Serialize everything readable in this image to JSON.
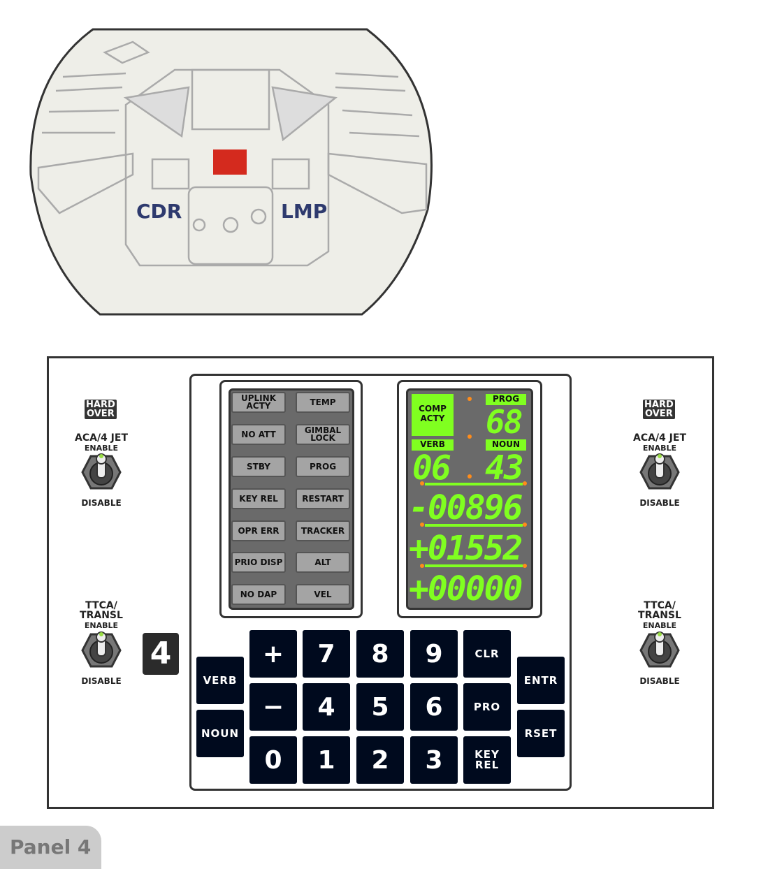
{
  "cockpit": {
    "cdr_label": "CDR",
    "lmp_label": "LMP"
  },
  "panel_number": "4",
  "panel_tab": "Panel 4",
  "left_switches": [
    {
      "badge": "HARD\nOVER",
      "title": "ACA/4 JET",
      "enable": "ENABLE",
      "disable": "DISABLE"
    },
    {
      "title": "TTCA/\nTRANSL",
      "enable": "ENABLE",
      "disable": "DISABLE"
    }
  ],
  "right_switches": [
    {
      "badge": "HARD\nOVER",
      "title": "ACA/4 JET",
      "enable": "ENABLE",
      "disable": "DISABLE"
    },
    {
      "title": "TTCA/\nTRANSL",
      "enable": "ENABLE",
      "disable": "DISABLE"
    }
  ],
  "caution_lights": [
    [
      "UPLINK ACTY",
      "TEMP"
    ],
    [
      "NO ATT",
      "GIMBAL LOCK"
    ],
    [
      "STBY",
      "PROG"
    ],
    [
      "KEY REL",
      "RESTART"
    ],
    [
      "OPR ERR",
      "TRACKER"
    ],
    [
      "PRIO DISP",
      "ALT"
    ],
    [
      "NO DAP",
      "VEL"
    ]
  ],
  "dsky": {
    "comp_acty": "COMP ACTY",
    "prog_label": "PROG",
    "prog": "68",
    "verb_label": "VERB",
    "verb": "06",
    "noun_label": "NOUN",
    "noun": "43",
    "r1": "-00896",
    "r2": "+01552",
    "r3": "+00000"
  },
  "keypad": {
    "verb": "VERB",
    "noun": "NOUN",
    "plus": "+",
    "minus": "−",
    "k0": "0",
    "k1": "1",
    "k2": "2",
    "k3": "3",
    "k4": "4",
    "k5": "5",
    "k6": "6",
    "k7": "7",
    "k8": "8",
    "k9": "9",
    "clr": "CLR",
    "pro": "PRO",
    "key_rel": "KEY REL",
    "entr": "ENTR",
    "rset": "RSET"
  },
  "colors": {
    "display_green": "#80ff20",
    "cockpit_label": "#2e3a6e",
    "highlight": "#d42a1e"
  }
}
